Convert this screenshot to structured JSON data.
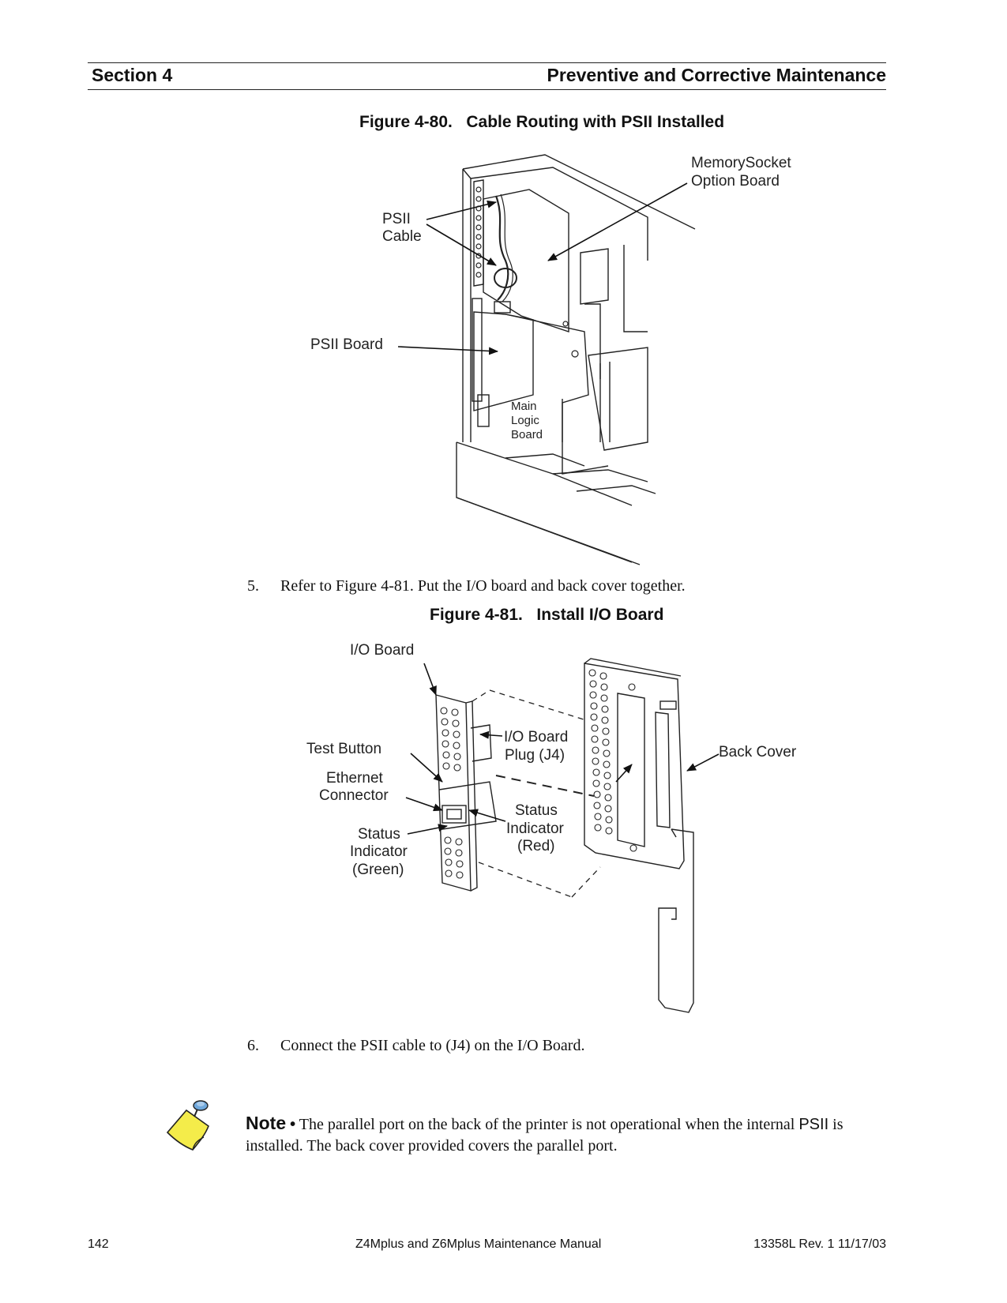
{
  "header": {
    "section": "Section 4",
    "title": "Preventive and Corrective Maintenance"
  },
  "figure_80": {
    "caption": "Figure 4-80.   Cable Routing with PSII Installed",
    "labels": {
      "memory_socket_line1": "MemorySocket",
      "memory_socket_line2": "Option Board",
      "psii_cable_line1": "PSII",
      "psii_cable_line2": "Cable",
      "psii_board": "PSII Board",
      "main_logic_line1": "Main",
      "main_logic_line2": "Logic",
      "main_logic_line3": "Board"
    }
  },
  "step5": {
    "number": "5.",
    "text": "Refer to Figure 4-81. Put the I/O board and back cover together."
  },
  "figure_81": {
    "caption": "Figure 4-81.   Install I/O Board",
    "labels": {
      "io_board": "I/O Board",
      "test_button": "Test Button",
      "ethernet_line1": "Ethernet",
      "ethernet_line2": "Connector",
      "status_green_line1": "Status",
      "status_green_line2": "Indicator",
      "status_green_line3": "(Green)",
      "plug_line1": "I/O Board",
      "plug_line2": "Plug (J4)",
      "status_red_line1": "Status",
      "status_red_line2": "Indicator",
      "status_red_line3": "(Red)",
      "back_cover": "Back Cover"
    }
  },
  "step6": {
    "number": "6.",
    "text": "Connect the PSII cable to (J4) on the I/O Board."
  },
  "note": {
    "label": "Note",
    "bullet": "•",
    "text_part1": "The parallel port on the back of the printer is not operational when the internal",
    "psii_word": "PSII",
    "text_part2": "is installed. The back cover provided covers the parallel port."
  },
  "footer": {
    "page_number": "142",
    "manual_title": "Z4Mplus and Z6Mplus Maintenance Manual",
    "revision": "13358L Rev. 1 11/17/03"
  }
}
